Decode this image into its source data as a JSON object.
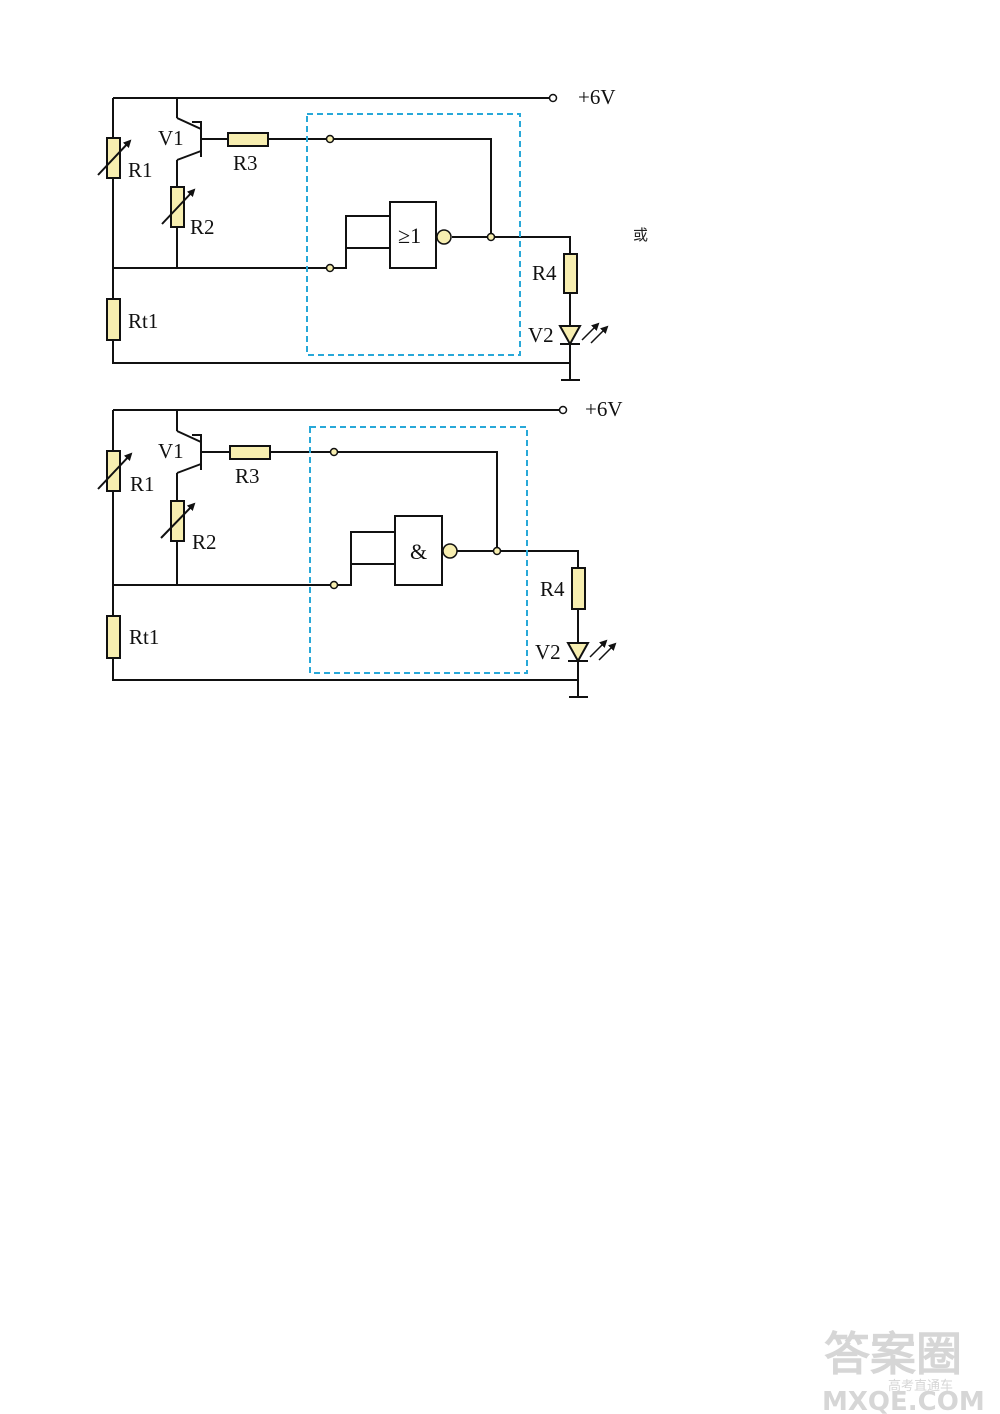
{
  "circuit_top": {
    "supply": "+6V",
    "labels": {
      "r1": "R1",
      "r2": "R2",
      "r3": "R3",
      "r4": "R4",
      "rt1": "Rt1",
      "v1": "V1",
      "v2": "V2"
    },
    "gate_symbol": "≥1"
  },
  "separator_text": "或",
  "circuit_bottom": {
    "supply": "+6V",
    "labels": {
      "r1": "R1",
      "r2": "R2",
      "r3": "R3",
      "r4": "R4",
      "rt1": "Rt1",
      "v1": "V1",
      "v2": "V2"
    },
    "gate_symbol": "&"
  },
  "watermark": {
    "logo_text": "答案圈",
    "sub_text": "高考直通车",
    "domain_text": "MXQE.COM"
  },
  "colors": {
    "resistor_fill": "#f7eeb0",
    "dashed_box": "#28a8d8",
    "wire": "#111111"
  }
}
